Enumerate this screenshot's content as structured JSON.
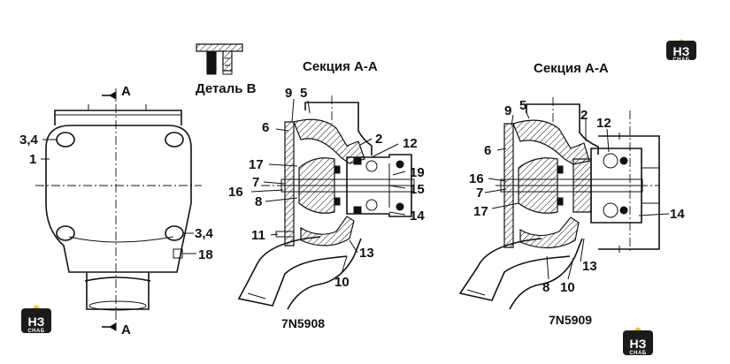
{
  "logo": {
    "mark": "НЗ",
    "sub": "СНАБ"
  },
  "detail_b": {
    "title": "Деталь B"
  },
  "section_marks": {
    "top": "A",
    "bottom": "A"
  },
  "left_view": {
    "labels": {
      "c34_top": "3,4",
      "c1": "1",
      "c34_bottom": "3,4",
      "c18": "18"
    }
  },
  "mid_view": {
    "section_title": "Секция A-A",
    "model": "7N5908",
    "labels": {
      "c9": "9",
      "c5": "5",
      "c6": "6",
      "c2": "2",
      "c12": "12",
      "c17": "17",
      "c19": "19",
      "c7": "7",
      "c15": "15",
      "c16": "16",
      "c8": "8",
      "c14": "14",
      "c11": "11",
      "c13": "13",
      "c10": "10"
    }
  },
  "right_view": {
    "section_title": "Секция A-A",
    "model": "7N5909",
    "labels": {
      "c9": "9",
      "c5": "5",
      "c2": "2",
      "c12": "12",
      "c6": "6",
      "c16": "16",
      "c7": "7",
      "c17": "17",
      "c14": "14",
      "c13": "13",
      "c8": "8",
      "c10": "10"
    }
  }
}
